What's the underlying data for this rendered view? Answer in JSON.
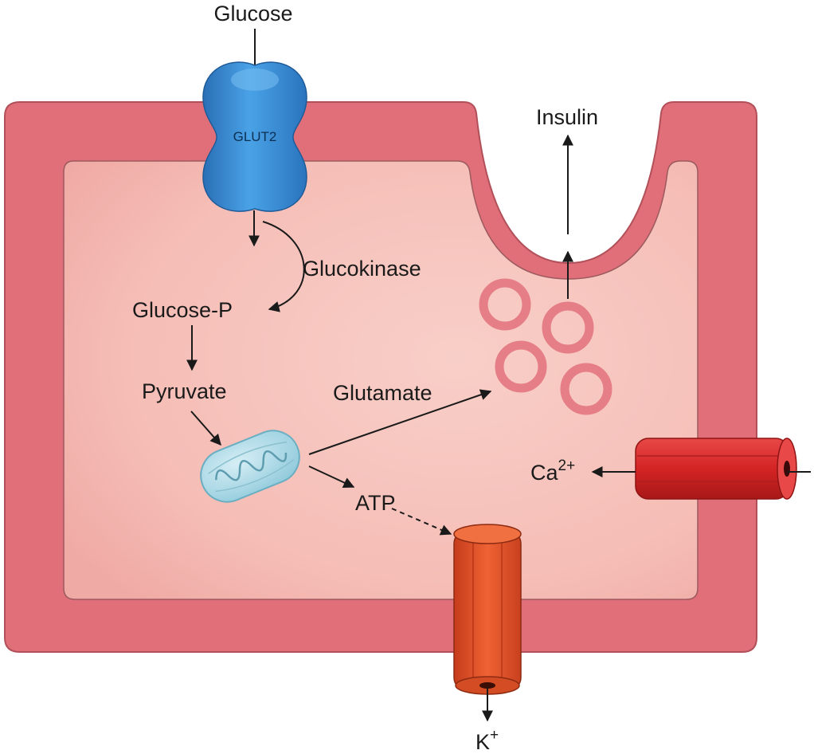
{
  "labels": {
    "glucose": "Glucose",
    "glut2": "GLUT2",
    "glucokinase": "Glucokinase",
    "glucose_p": "Glucose-P",
    "pyruvate": "Pyruvate",
    "glutamate": "Glutamate",
    "atp": "ATP",
    "insulin": "Insulin",
    "ca_base": "Ca",
    "ca_charge": "2+",
    "k_base": "K",
    "k_charge": "+"
  },
  "colors": {
    "membrane": "#e0707a",
    "membrane_edge": "#b44b55",
    "cytoplasm": "#f6c4bd",
    "glut2": "#3d8fd6",
    "mitochondrion": "#a7d8e6",
    "vesicle": "#e87f86",
    "ca_channel": "#d72b2b",
    "k_channel": "#e2532a"
  }
}
